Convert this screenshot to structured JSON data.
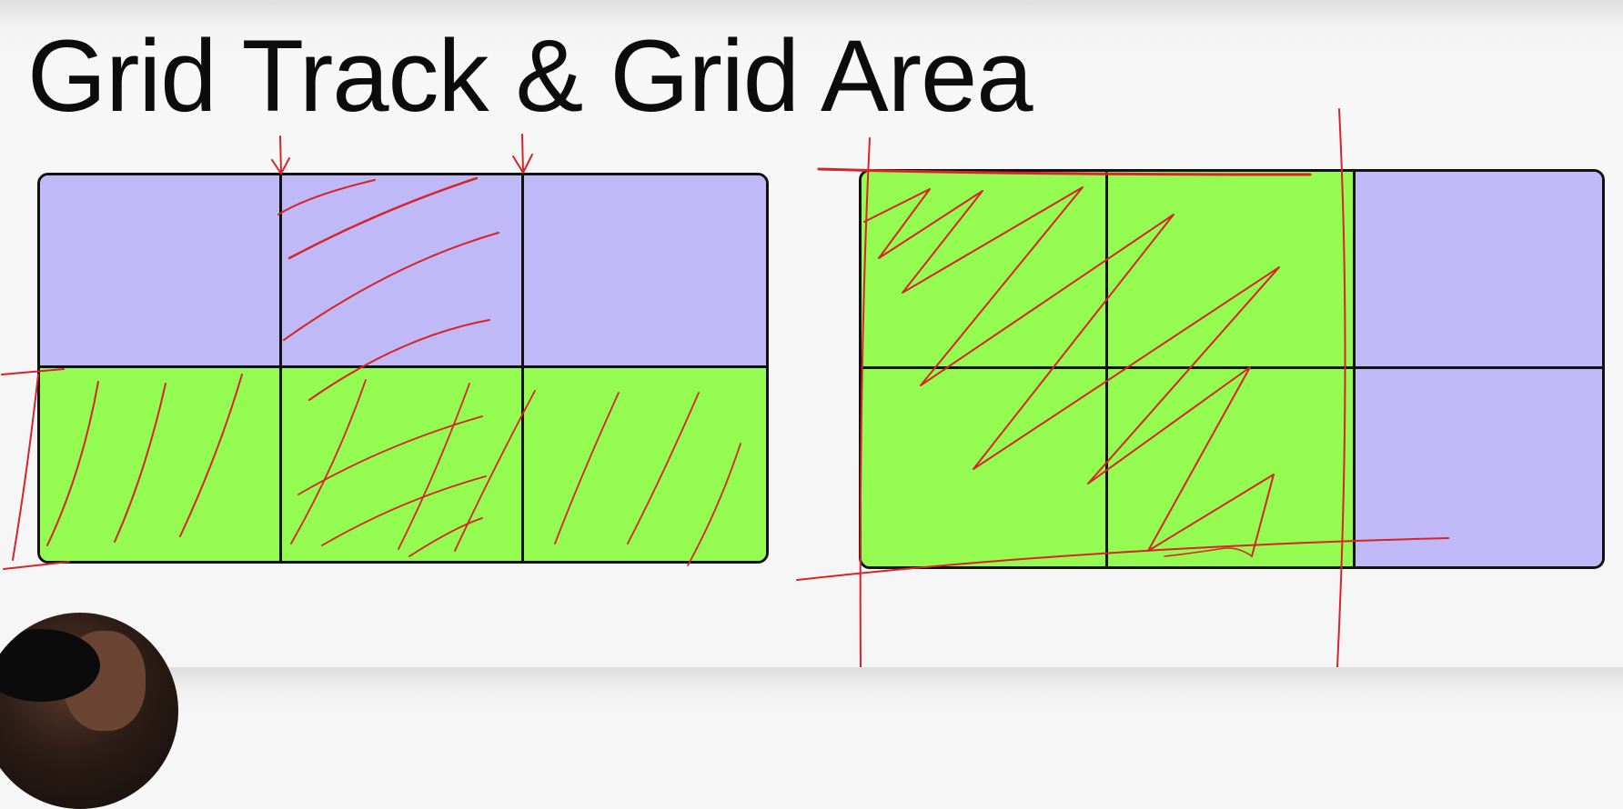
{
  "slide": {
    "title": "Grid Track & Grid Area"
  },
  "colors": {
    "lavender": "#bfb9f7",
    "green": "#94fb50",
    "ink_red": "#d8232a",
    "border": "#111111"
  },
  "grids": [
    {
      "id": "grid-track-example",
      "columns": 3,
      "rows": 2,
      "cells": [
        {
          "row": 1,
          "col": 1,
          "color": "lavender"
        },
        {
          "row": 1,
          "col": 2,
          "color": "lavender"
        },
        {
          "row": 1,
          "col": 3,
          "color": "lavender"
        },
        {
          "row": 2,
          "col": 1,
          "color": "green"
        },
        {
          "row": 2,
          "col": 2,
          "color": "green"
        },
        {
          "row": 2,
          "col": 3,
          "color": "green"
        }
      ]
    },
    {
      "id": "grid-area-example",
      "columns": 3,
      "rows": 2,
      "cells": [
        {
          "row": 1,
          "col": 1,
          "color": "green"
        },
        {
          "row": 1,
          "col": 2,
          "color": "green"
        },
        {
          "row": 1,
          "col": 3,
          "color": "lavender"
        },
        {
          "row": 2,
          "col": 1,
          "color": "green"
        },
        {
          "row": 2,
          "col": 2,
          "color": "green"
        },
        {
          "row": 2,
          "col": 3,
          "color": "lavender"
        }
      ]
    }
  ],
  "annotations": {
    "icons": [
      "down-arrow-icon",
      "down-arrow-icon"
    ],
    "presenter": "webcam-avatar"
  }
}
